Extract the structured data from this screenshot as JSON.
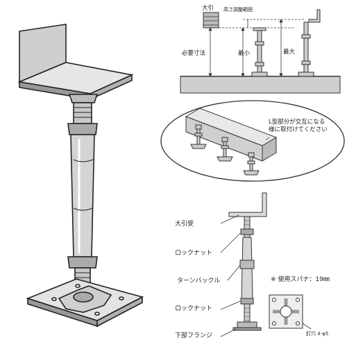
{
  "top_diagram": {
    "beam_label": "大引",
    "adjust_range_label": "高さ調整範囲",
    "required_dim_label": "必要寸法",
    "min_label": "最小",
    "max_label": "最大"
  },
  "middle_diagram": {
    "note_line1": "L型部分が交互になる",
    "note_line2": "様に取付けてください"
  },
  "bottom_diagram": {
    "parts": [
      {
        "label": "大引受"
      },
      {
        "label": "ロックナット"
      },
      {
        "label": "ターンバックル"
      },
      {
        "label": "ロックナット"
      },
      {
        "label": "下部フランジ"
      }
    ],
    "wrench_note": "※ 使用スパナ：19㎜",
    "hole_label": "釘穴 4-φ5"
  }
}
